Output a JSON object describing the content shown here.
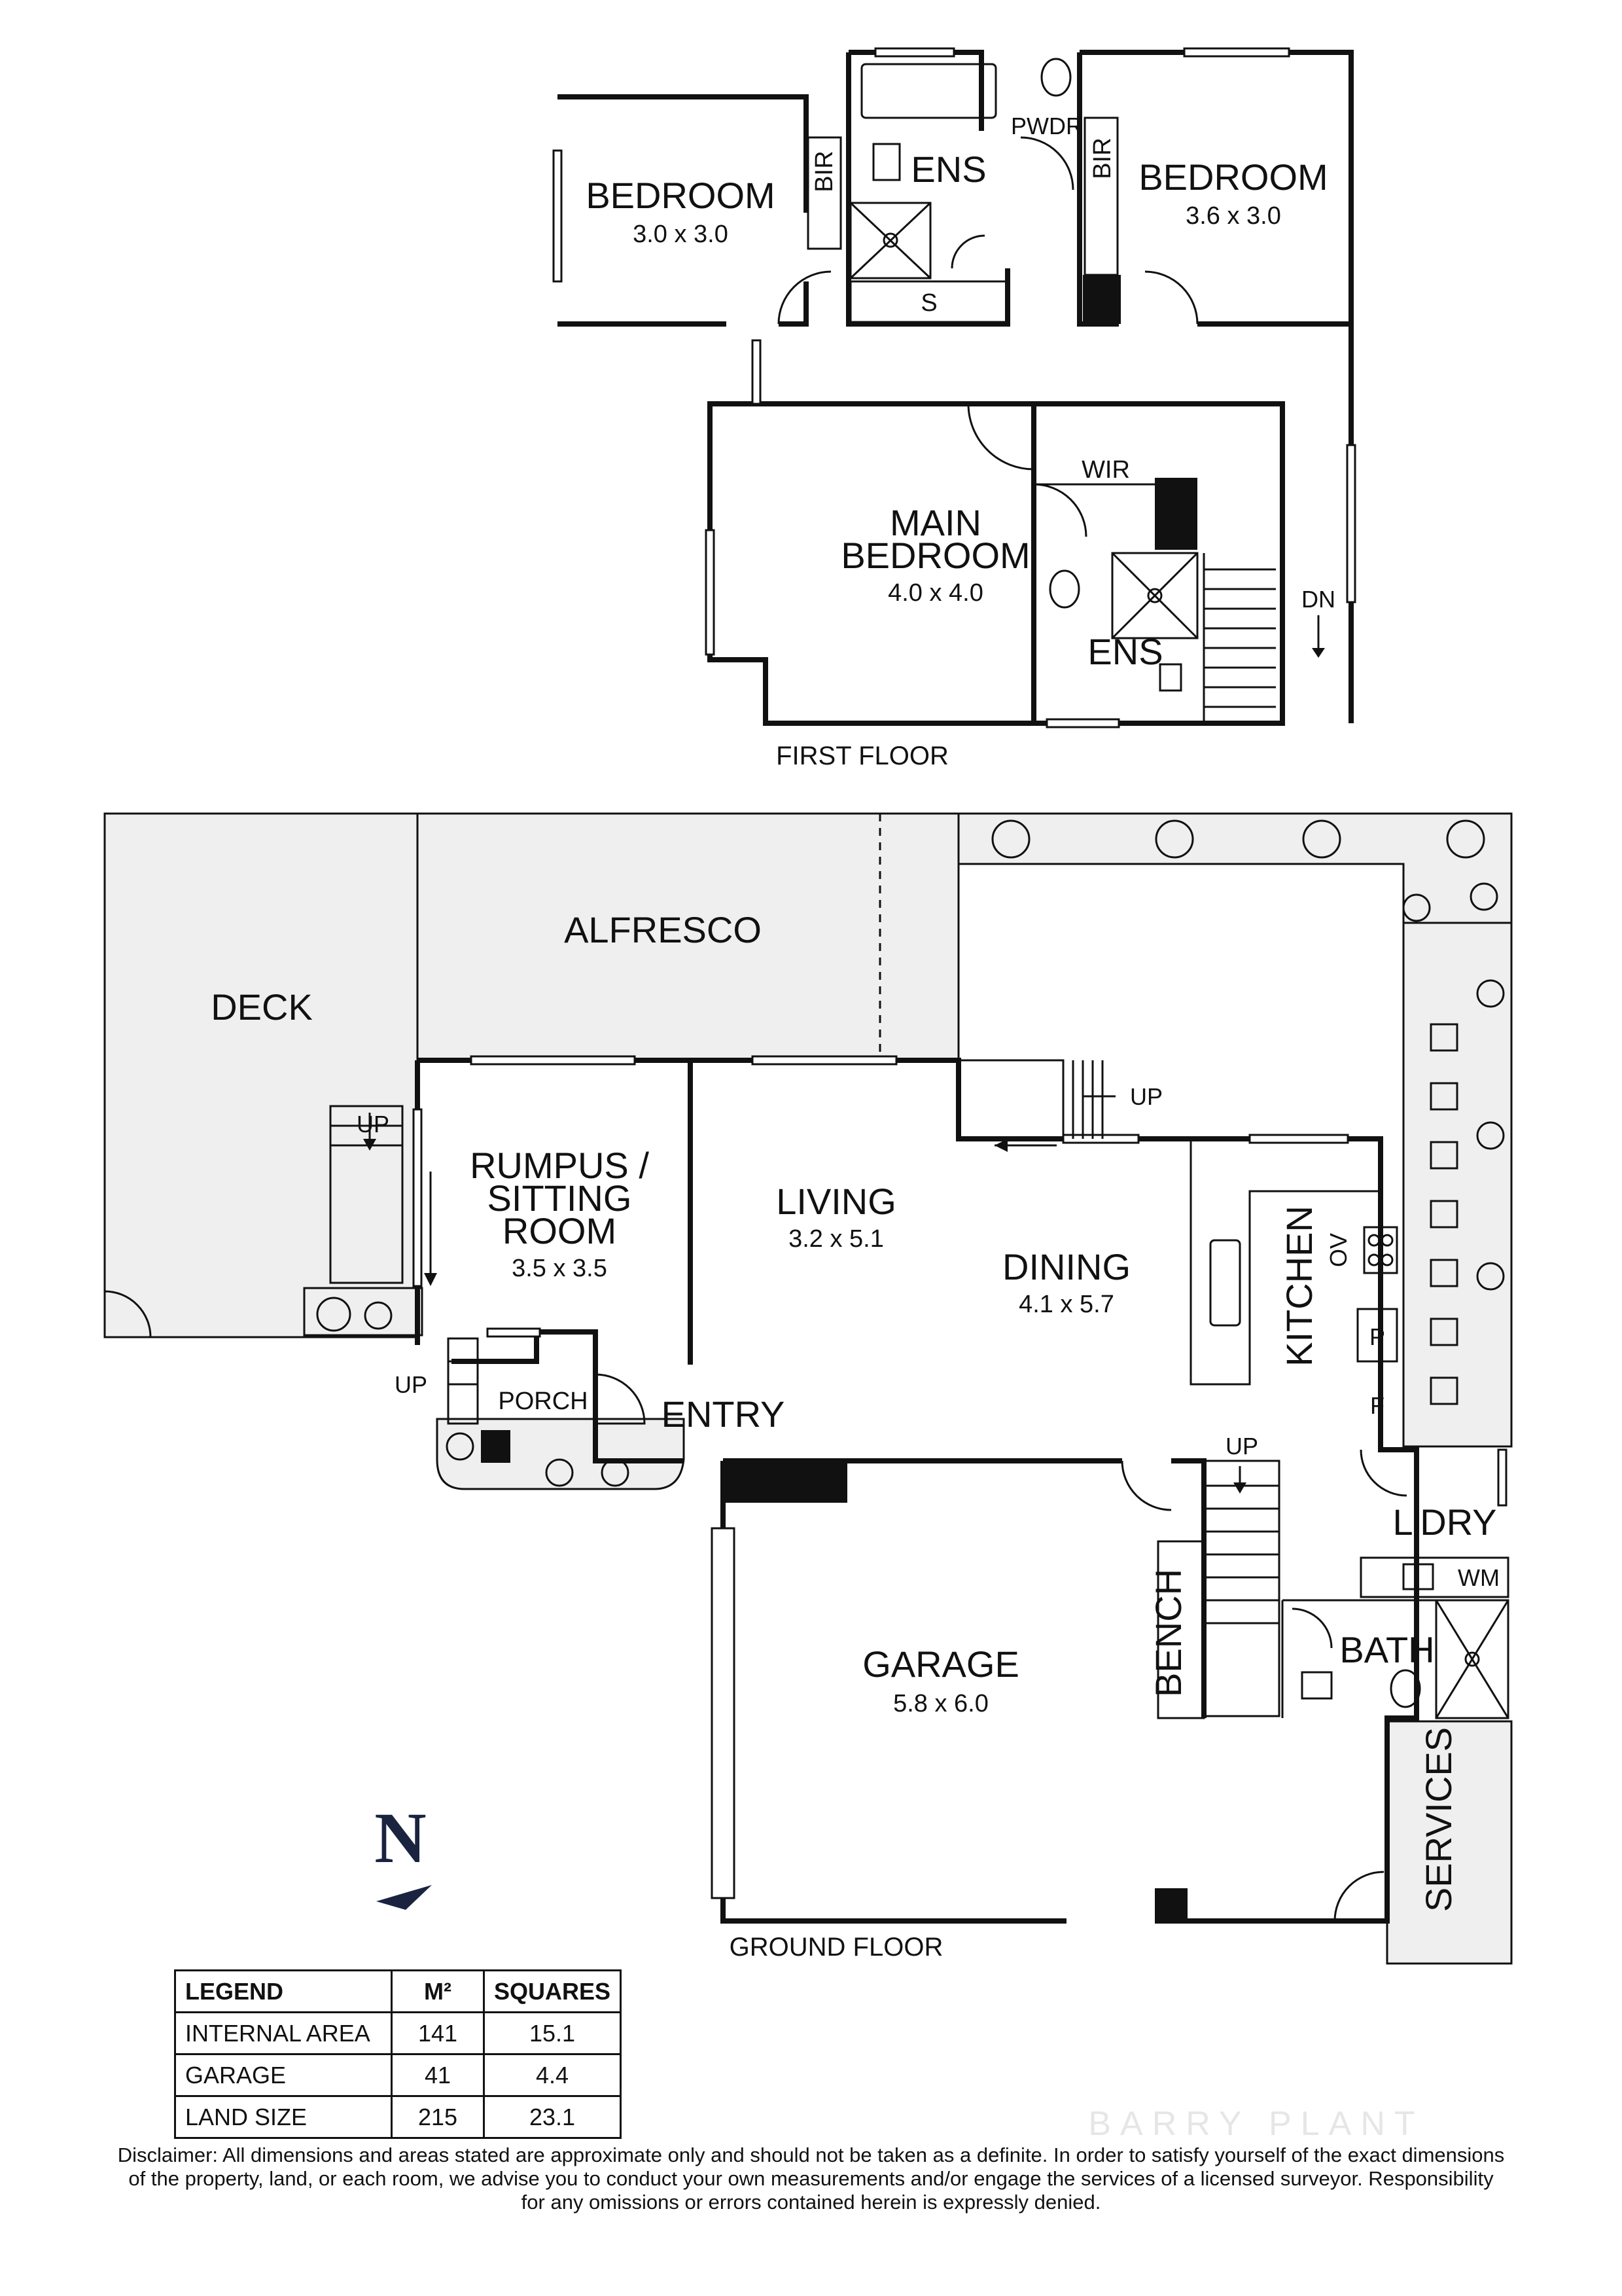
{
  "first_floor": {
    "caption": "FIRST FLOOR",
    "rooms": {
      "bedroom_left": {
        "name": "BEDROOM",
        "size": "3.0 x 3.0"
      },
      "bedroom_right": {
        "name": "BEDROOM",
        "size": "3.6 x 3.0"
      },
      "main_bedroom": {
        "name_line1": "MAIN",
        "name_line2": "BEDROOM",
        "size": "4.0 x 4.0"
      },
      "bir_left": "BIR",
      "bir_right": "BIR",
      "ens_top": "ENS",
      "ens_main": "ENS",
      "pwdr": "PWDR",
      "wir": "WIR",
      "shower_label": "S"
    },
    "stair_label": "DN"
  },
  "ground_floor": {
    "caption": "GROUND FLOOR",
    "rooms": {
      "deck": "DECK",
      "alfresco": "ALFRESCO",
      "rumpus": {
        "line1": "RUMPUS /",
        "line2": "SITTING",
        "line3": "ROOM",
        "size": "3.5 x 3.5"
      },
      "living": {
        "name": "LIVING",
        "size": "3.2 x 5.1"
      },
      "dining": {
        "name": "DINING",
        "size": "4.1 x 5.7"
      },
      "kitchen": "KITCHEN",
      "oven": "OV",
      "pantry": "P",
      "fridge": "F",
      "porch": "PORCH",
      "entry": "ENTRY",
      "laundry": "L'DRY",
      "washing_machine": "WM",
      "bath": "BATH",
      "bench": "BENCH",
      "garage": {
        "name": "GARAGE",
        "size": "5.8 x 6.0"
      },
      "services": "SERVICES"
    },
    "up_labels": [
      "UP",
      "UP",
      "UP",
      "UP"
    ]
  },
  "north": "N",
  "legend": {
    "headers": [
      "LEGEND",
      "M²",
      "SQUARES"
    ],
    "rows": [
      {
        "label": "INTERNAL AREA",
        "m2": "141",
        "squares": "15.1"
      },
      {
        "label": "GARAGE",
        "m2": "41",
        "squares": "4.4"
      },
      {
        "label": "LAND SIZE",
        "m2": "215",
        "squares": "23.1"
      }
    ]
  },
  "disclaimer": {
    "line1": "Disclaimer: All dimensions and areas stated are approximate only and should not be taken as a definite. In order to satisfy yourself of the exact dimensions",
    "line2": "of the property, land, or each room, we advise you to conduct your own measurements and/or engage the services of a licensed surveyor. Responsibility",
    "line3": "for any omissions or errors contained herein is expressly denied."
  },
  "watermark": "BARRY PLANT"
}
